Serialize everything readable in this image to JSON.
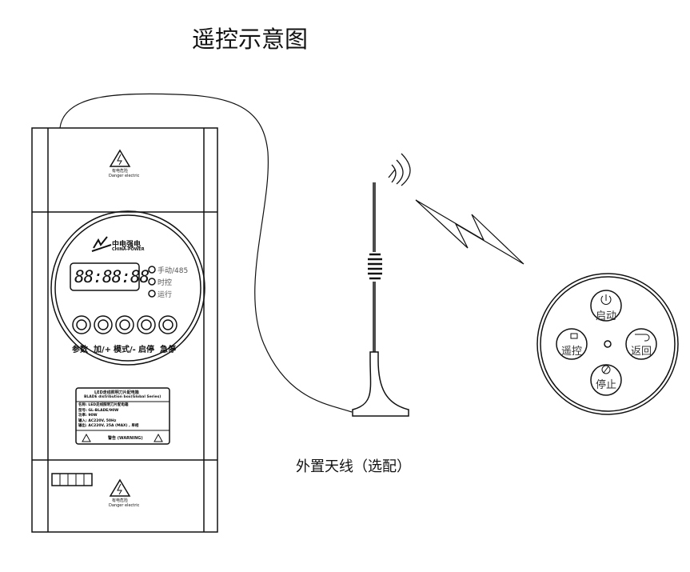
{
  "title": "遥控示意图",
  "antenna_caption": "外置天线（选配）",
  "controller": {
    "warning_top": "有电危险",
    "warning_top_en": "Danger electric",
    "brand": "中电强电",
    "brand_en": "CHINA-POWER",
    "display": "88:88:88",
    "leds": [
      "手动/485",
      "时控",
      "运行"
    ],
    "buttons": [
      "参数",
      "加/+",
      "模式/-",
      "启停",
      "急停"
    ],
    "nameplate_title": "LED走线照明刀片配电箱",
    "nameplate_subtitle": "BLADE distribution box(Global Series)",
    "nameplate_lines": [
      "名称: LED走线照明刀片配电箱",
      "型号: GL-BLADE/90W",
      "功率: 90W",
      "输入: AC220V, 50Hz",
      "输出: AC220V, 25A (MAX) , 单相"
    ],
    "nameplate_warning": "警告 (WARNING)",
    "warning_bottom": "有电危险",
    "warning_bottom_en": "Danger electric"
  },
  "remote": {
    "buttons": [
      "启动",
      "遥控",
      "返回",
      "停止"
    ]
  }
}
